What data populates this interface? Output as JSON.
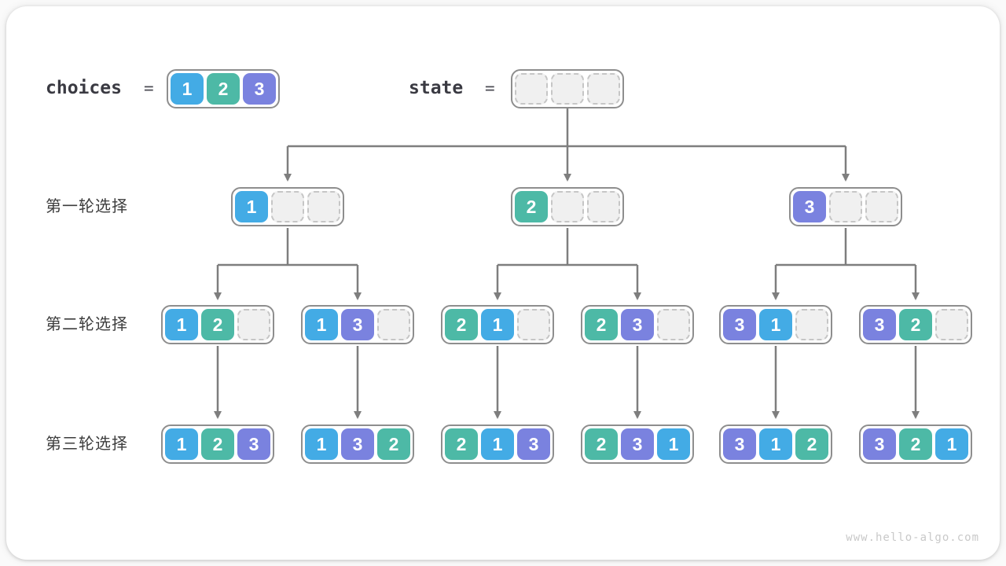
{
  "page": {
    "watermark": "www.hello-algo.com"
  },
  "legend": {
    "choices_label": "choices",
    "equals": "=",
    "choices_values": [
      1,
      2,
      3
    ],
    "state_label": "state",
    "state_values": [
      null,
      null,
      null
    ]
  },
  "rows": [
    {
      "label": "第一轮选择"
    },
    {
      "label": "第二轮选择"
    },
    {
      "label": "第三轮选择"
    }
  ],
  "value_colors": {
    "1": "#43abe5",
    "2": "#4db9a6",
    "3": "#7a82df"
  },
  "line_color": "#7e7e7e",
  "tree": {
    "level1": [
      [
        1,
        null,
        null
      ],
      [
        2,
        null,
        null
      ],
      [
        3,
        null,
        null
      ]
    ],
    "level2": [
      [
        1,
        2,
        null
      ],
      [
        1,
        3,
        null
      ],
      [
        2,
        1,
        null
      ],
      [
        2,
        3,
        null
      ],
      [
        3,
        1,
        null
      ],
      [
        3,
        2,
        null
      ]
    ],
    "level3": [
      [
        1,
        2,
        3
      ],
      [
        1,
        3,
        2
      ],
      [
        2,
        1,
        3
      ],
      [
        2,
        3,
        1
      ],
      [
        3,
        1,
        2
      ],
      [
        3,
        2,
        1
      ]
    ]
  }
}
